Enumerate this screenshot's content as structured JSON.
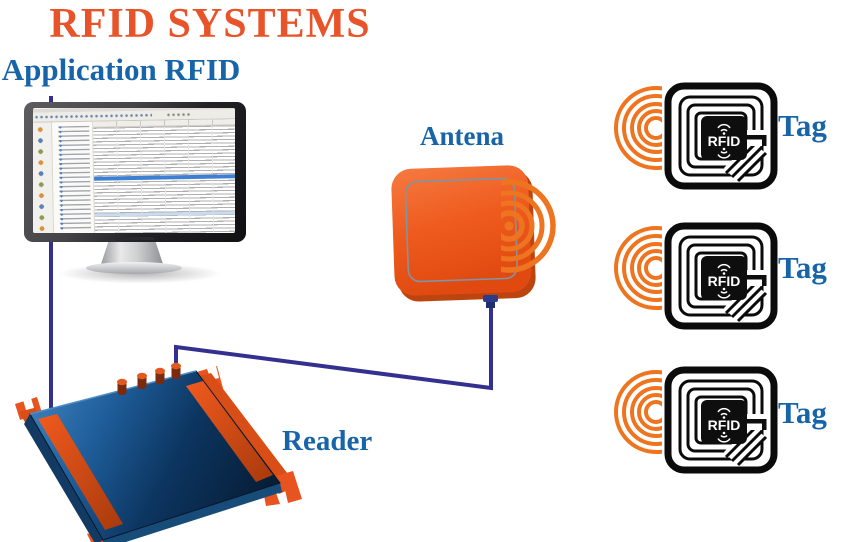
{
  "title": {
    "text": "RFID SYSTEMS",
    "color": "#E8542A"
  },
  "labels": {
    "application": "Application RFID",
    "antenna": "Antena",
    "reader": "Reader"
  },
  "tags": [
    {
      "label": "Tag"
    },
    {
      "label": "Tag"
    },
    {
      "label": "Tag"
    }
  ],
  "tag_chip_label": "RFID",
  "colors": {
    "title_orange": "#E8542A",
    "label_blue": "#1765A8",
    "cable_indigo": "#34308F",
    "device_orange": "#EE5A1E",
    "wave_orange": "#EE7420",
    "reader_blue": "#1E5C98",
    "tag_outline": "#0B0B0B",
    "highlight_row_blue": "#3D7FD2"
  }
}
